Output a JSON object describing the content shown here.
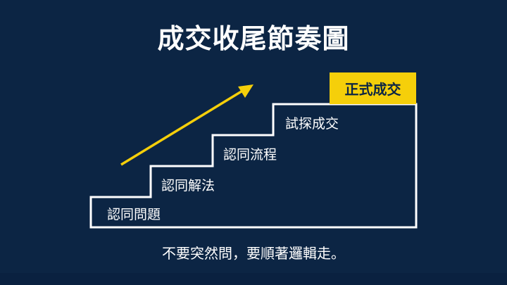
{
  "title": "成交收尾節奏圖",
  "steps": [
    "認同問題",
    "認同解法",
    "認同流程",
    "試探成交"
  ],
  "final_step": "正式成交",
  "subtitle": "不要突然問，要順著邏輯走。",
  "colors": {
    "background": "#0c2544",
    "accent": "#f5cf0a",
    "line": "#ffffff"
  }
}
